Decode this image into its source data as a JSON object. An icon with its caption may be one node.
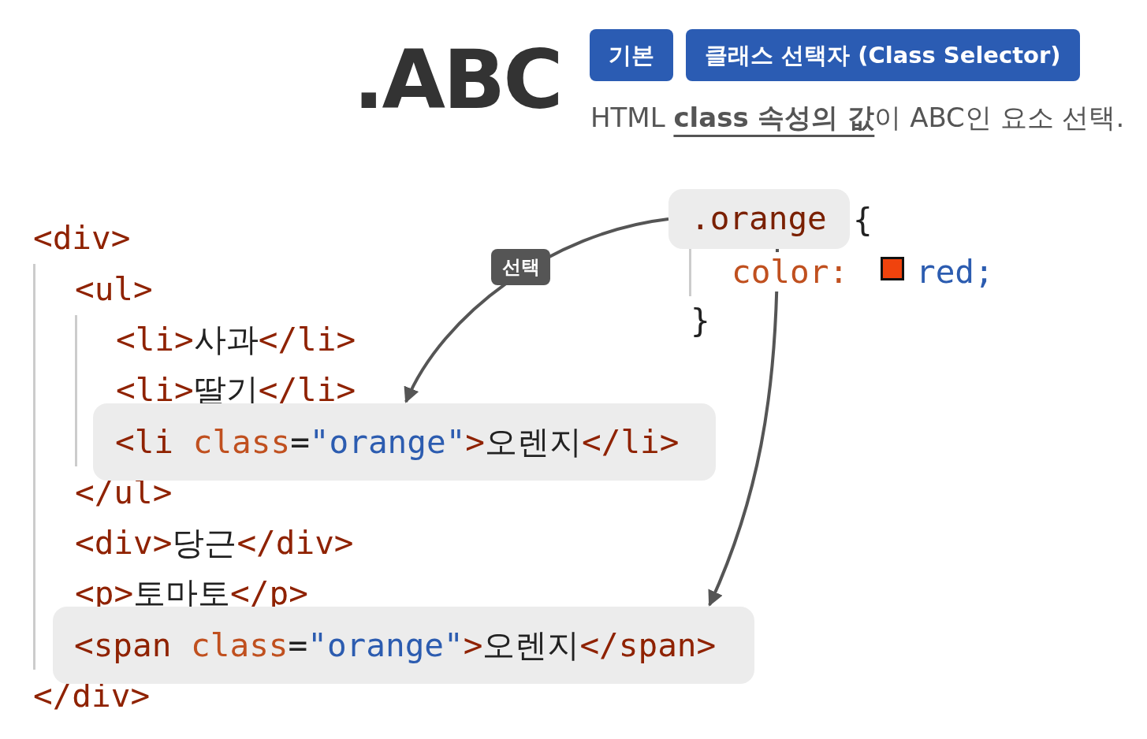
{
  "diagram": {
    "title": ".ABC",
    "nodes": [
      {
        "text": [
          ".orange"
        ]
      },
      {
        "text": [
          "<li class=\"orange\">오렌지</li>"
        ]
      },
      {
        "text": [
          "<span class=\"orange\">오렌지</span>"
        ]
      }
    ],
    "edges": [
      {
        "from": 0,
        "to": 1,
        "arrow": "to",
        "label": "선택"
      },
      {
        "from": 0,
        "to": 2,
        "arrow": "to"
      }
    ],
    "labels": [
      "기본",
      "클래스 선택자 (Class Selector)",
      "HTML **class 속성의 값**이 ABC인 요소 선택.",
      "<div>",
      "<ul>",
      "<li>사과</li>",
      "<li>딸기</li>",
      "</ul>",
      "<div>당근</div>",
      "<p>토마토</p>",
      "</div>",
      "{",
      "color:",
      "red;",
      "}"
    ]
  }
}
